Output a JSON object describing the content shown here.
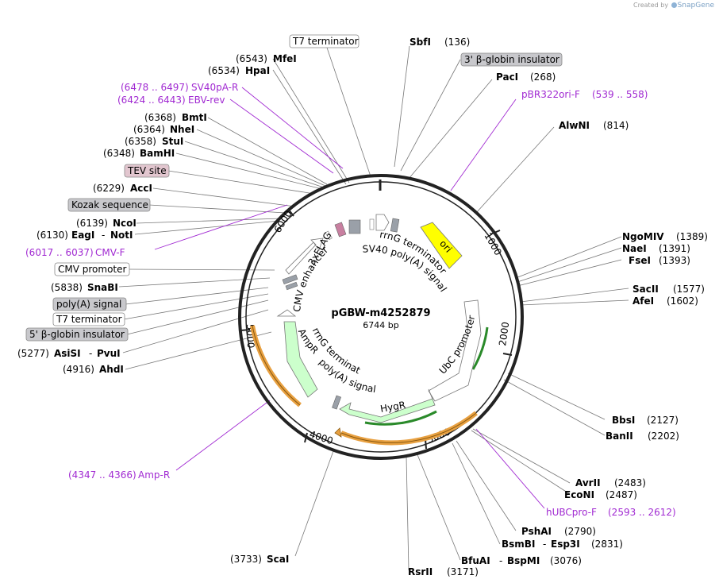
{
  "credit": {
    "prefix": "Created by",
    "brand": "SnapGene"
  },
  "plasmid": {
    "name": "pGBW-m4252879",
    "size_label": "6744 bp"
  },
  "ticks": [
    "1000",
    "2000",
    "3000",
    "4000",
    "5000",
    "6000"
  ],
  "sites_right": [
    {
      "name": "SbfI",
      "pos": "(136)"
    },
    {
      "name": "PacI",
      "pos": "(268)"
    },
    {
      "name": "AlwNI",
      "pos": "(814)"
    },
    {
      "name": "NgoMIV",
      "pos": "(1389)"
    },
    {
      "name": "NaeI",
      "pos": "(1391)"
    },
    {
      "name": "FseI",
      "pos": "(1393)"
    },
    {
      "name": "SacII",
      "pos": "(1577)"
    },
    {
      "name": "AfeI",
      "pos": "(1602)"
    },
    {
      "name": "BbsI",
      "pos": "(2127)"
    },
    {
      "name": "BanII",
      "pos": "(2202)"
    },
    {
      "name": "AvrII",
      "pos": "(2483)"
    },
    {
      "name": "EcoNI",
      "pos": "(2487)"
    },
    {
      "name": "PshAI",
      "pos": "(2790)"
    },
    {
      "name": "BsmBI",
      "name2": "Esp3I",
      "pos": "(2831)"
    },
    {
      "name": "BfuAI",
      "name2": "BspMI",
      "pos": "(3076)"
    },
    {
      "name": "RsrII",
      "pos": "(3171)"
    }
  ],
  "sites_left": [
    {
      "name": "MfeI",
      "pos": "(6543)"
    },
    {
      "name": "HpaI",
      "pos": "(6534)"
    },
    {
      "name": "BmtI",
      "pos": "(6368)"
    },
    {
      "name": "NheI",
      "pos": "(6364)"
    },
    {
      "name": "StuI",
      "pos": "(6358)"
    },
    {
      "name": "BamHI",
      "pos": "(6348)"
    },
    {
      "name": "AccI",
      "pos": "(6229)"
    },
    {
      "name": "NcoI",
      "pos": "(6139)"
    },
    {
      "name": "EagI",
      "name2": "NotI",
      "pos": "(6130)"
    },
    {
      "name": "SnaBI",
      "pos": "(5838)"
    },
    {
      "name": "AsiSI",
      "name2": "PvuI",
      "pos": "(5277)"
    },
    {
      "name": "AhdI",
      "pos": "(4916)"
    },
    {
      "name": "ScaI",
      "pos": "(3733)"
    }
  ],
  "primers": [
    {
      "name": "pBR322ori-F",
      "range": "(539 .. 558)"
    },
    {
      "name": "hUBCpro-F",
      "range": "(2593 .. 2612)"
    },
    {
      "name": "Amp-R",
      "range": "(4347 .. 4366)"
    },
    {
      "name": "CMV-F",
      "range": "(6017 .. 6037)"
    },
    {
      "name": "EBV-rev",
      "range": "(6424 .. 6443)"
    },
    {
      "name": "SV40pA-R",
      "range": "(6478 .. 6497)"
    }
  ],
  "boxed_features": [
    {
      "label": "T7 terminator",
      "fill": "#ffffff"
    },
    {
      "label": "3' β-globin insulator",
      "fill": "#c8c8cc"
    },
    {
      "label": "TEV site",
      "fill": "#e2c6cf"
    },
    {
      "label": "Kozak sequence",
      "fill": "#c8c8cc"
    },
    {
      "label": "CMV promoter",
      "fill": "#ffffff"
    },
    {
      "label": "poly(A) signal",
      "fill": "#c8c8cc"
    },
    {
      "label": "T7 terminator",
      "fill": "#ffffff"
    },
    {
      "label": "5' β-globin insulator",
      "fill": "#c8c8cc"
    }
  ],
  "map_features": [
    {
      "label": "ori",
      "color": "#ffff00"
    },
    {
      "label": "UbC promoter",
      "color": "#ffffff"
    },
    {
      "label": "HygR",
      "color": "#ccffcc"
    },
    {
      "label": "AmpR",
      "color": "#ccffcc"
    },
    {
      "label": "CMV enhancer",
      "color": "#ffffff"
    },
    {
      "label": "3xFLAG",
      "color": "#9aa0a8"
    },
    {
      "label": "rrnG terminator",
      "color": "#ffffff"
    },
    {
      "label": "SV40 poly(A) signal",
      "color": "#9aa0a8"
    },
    {
      "label": "rrnG terminator",
      "color": "#ffffff"
    },
    {
      "label": "poly(A) signal",
      "color": "#9aa0a8"
    }
  ],
  "colors": {
    "primer": "#a12ad2",
    "orf_arc": "#e8a040",
    "orf_inner": "#2a8a2a",
    "backbone": "#222222"
  }
}
